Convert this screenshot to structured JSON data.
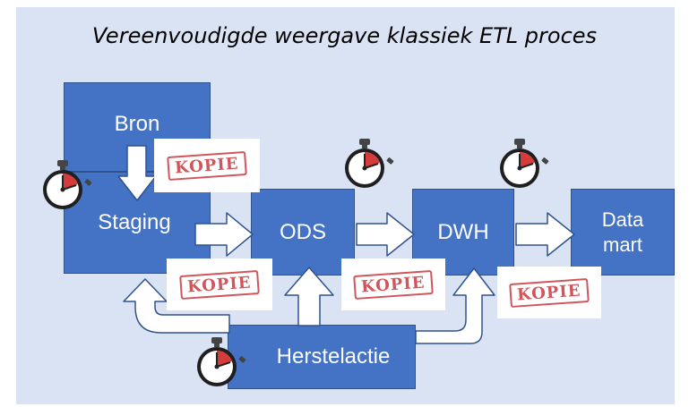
{
  "title": "Vereenvoudigde weergave klassiek ETL proces",
  "nodes": {
    "bron": "Bron",
    "staging": "Staging",
    "ods": "ODS",
    "dwh": "DWH",
    "datamart_line1": "Data",
    "datamart_line2": "mart",
    "herstelactie": "Herstelactie"
  },
  "stamp_text": "KOPIE",
  "icons": [
    "stopwatch-icon",
    "kopie-stamp"
  ],
  "colors": {
    "background": "#dae3f3",
    "box": "#4472c4",
    "stamp": "#c8393f",
    "stopwatch_red": "#d63b3b"
  }
}
